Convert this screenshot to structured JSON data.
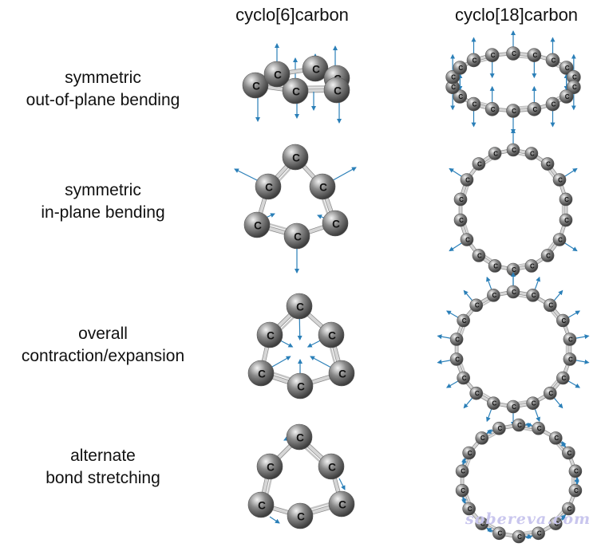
{
  "headers": {
    "left": "cyclo[6]carbon",
    "right": "cyclo[18]carbon"
  },
  "rows": [
    {
      "id": "oop",
      "line1": "symmetric",
      "line2": "out-of-plane bending"
    },
    {
      "id": "ipb",
      "line1": "symmetric",
      "line2": "in-plane bending"
    },
    {
      "id": "exp",
      "line1": "overall",
      "line2": "contraction/expansion"
    },
    {
      "id": "alt",
      "line1": "alternate",
      "line2": "bond stretching"
    }
  ],
  "atom_label": "C",
  "watermark": "sobereva.com",
  "colors": {
    "atom": "#8a8a8a",
    "atom_dark": "#3d3d3d",
    "bond": "#b4b4b4",
    "vector": "#2a7fb8",
    "text": "#111111"
  }
}
